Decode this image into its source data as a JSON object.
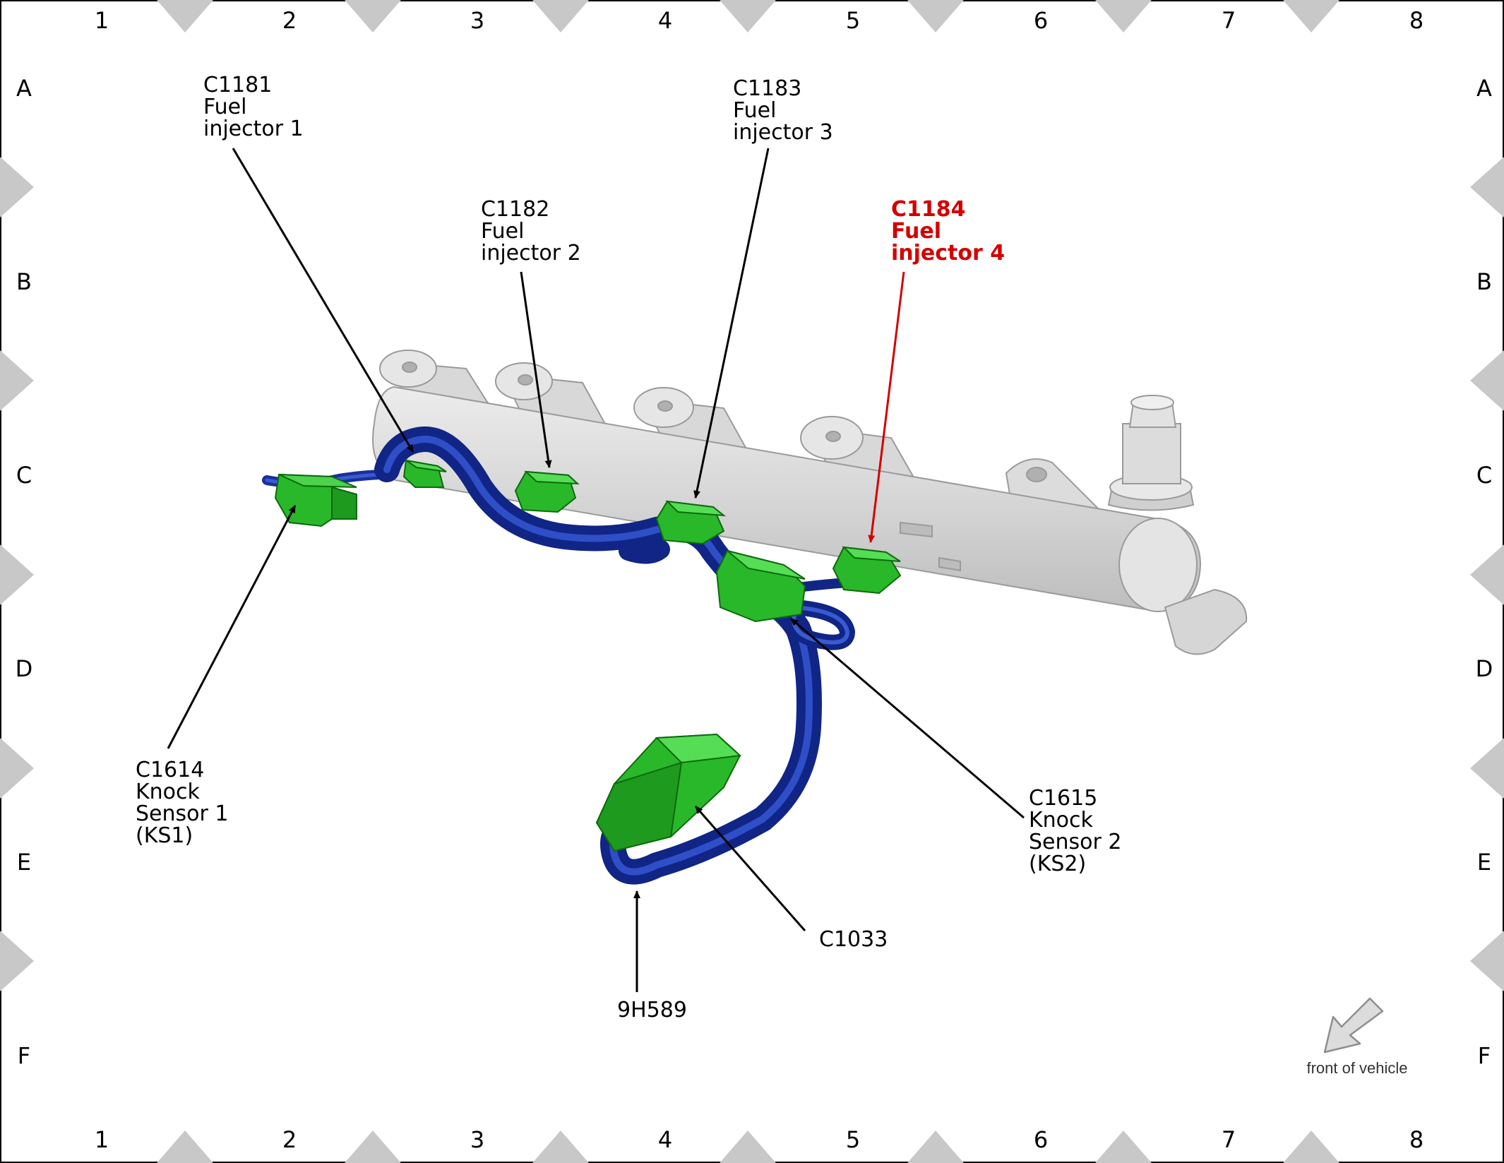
{
  "grid": {
    "columns": [
      "1",
      "2",
      "3",
      "4",
      "5",
      "6",
      "7",
      "8"
    ],
    "rows": [
      "A",
      "B",
      "C",
      "D",
      "E",
      "F"
    ]
  },
  "callouts": [
    {
      "id": "c1181",
      "lines": [
        "C1181",
        "Fuel",
        "injector 1"
      ],
      "highlight": false
    },
    {
      "id": "c1182",
      "lines": [
        "C1182",
        "Fuel",
        "injector 2"
      ],
      "highlight": false
    },
    {
      "id": "c1183",
      "lines": [
        "C1183",
        "Fuel",
        "injector 3"
      ],
      "highlight": false
    },
    {
      "id": "c1184",
      "lines": [
        "C1184",
        "Fuel",
        "injector 4"
      ],
      "highlight": true
    },
    {
      "id": "c1614",
      "lines": [
        "C1614",
        "Knock",
        "Sensor 1",
        "(KS1)"
      ],
      "highlight": false
    },
    {
      "id": "c1615",
      "lines": [
        "C1615",
        "Knock",
        "Sensor 2",
        "(KS2)"
      ],
      "highlight": false
    },
    {
      "id": "c1033",
      "lines": [
        "C1033"
      ],
      "highlight": false
    },
    {
      "id": "9h589",
      "lines": [
        "9H589"
      ],
      "highlight": false
    }
  ],
  "orientation": {
    "label": "front of vehicle"
  },
  "colors": {
    "harness": "#1a2f9c",
    "connector": "#22b022",
    "rail": "#d4d4d4",
    "highlight": "#d40000"
  }
}
